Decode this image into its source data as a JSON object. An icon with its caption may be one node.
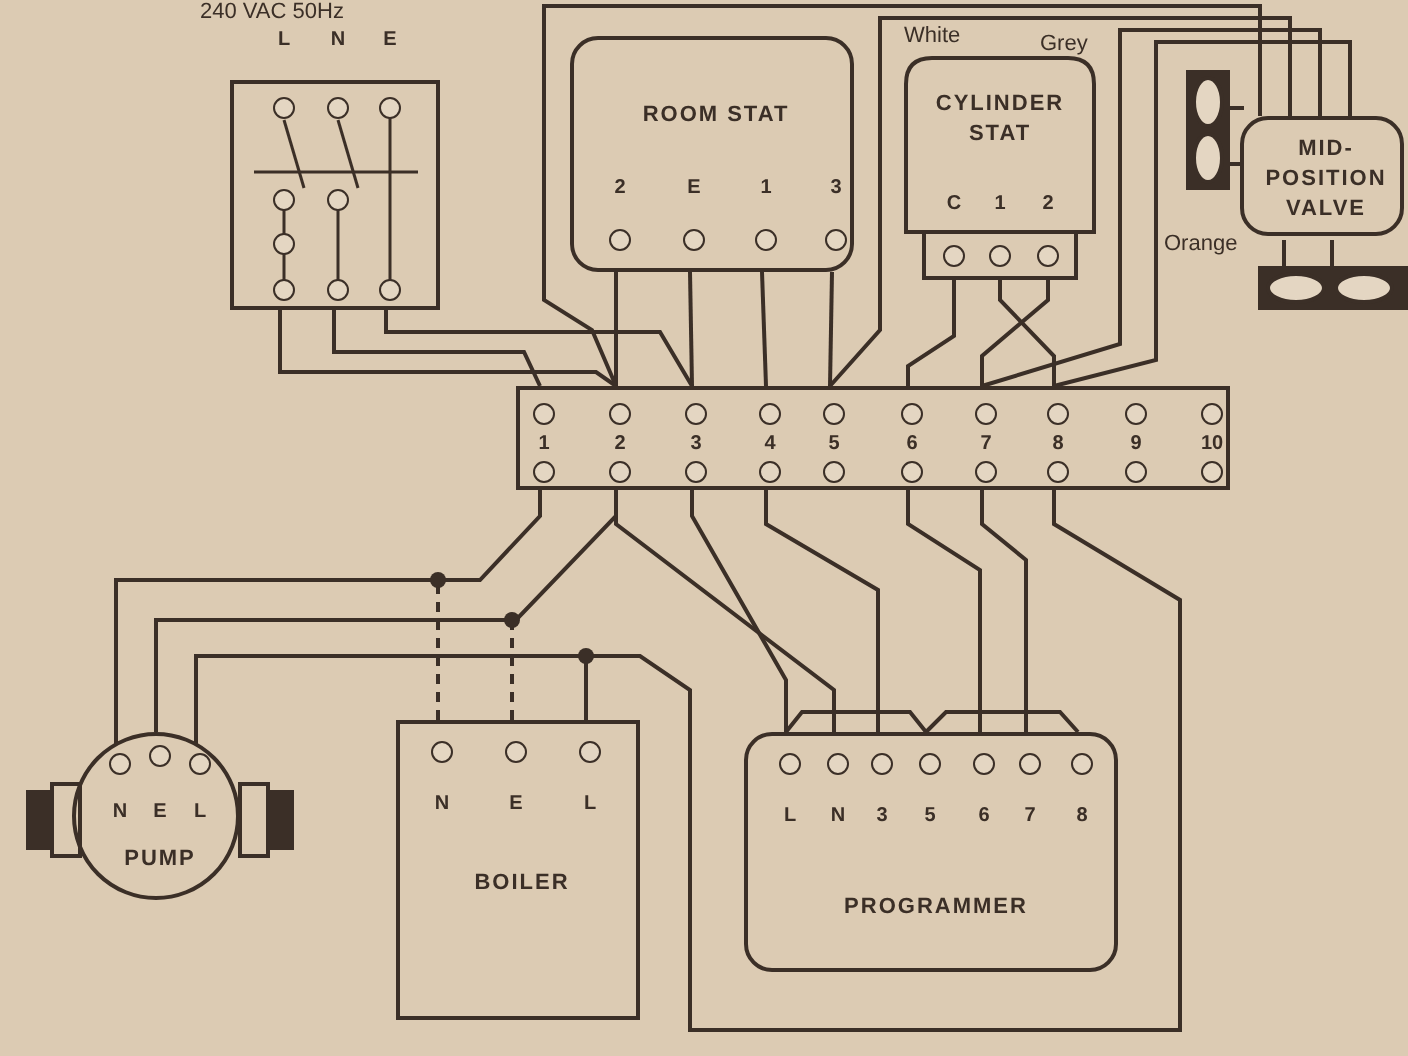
{
  "diagram": {
    "nodes": [
      {
        "text": [
          "L",
          "N",
          "E"
        ]
      },
      {
        "text": [
          "ROOM STAT",
          "2",
          "E",
          "1",
          "3"
        ]
      },
      {
        "text": [
          "CYLINDER STAT",
          "C",
          "1",
          "2"
        ]
      },
      {
        "text": [
          "MID-POSITION VALVE"
        ]
      },
      {
        "text": [
          "1",
          "2",
          "3",
          "4",
          "5",
          "6",
          "7",
          "8",
          "9",
          "10"
        ]
      },
      {
        "text": [
          "N",
          "E",
          "L",
          "PUMP"
        ]
      },
      {
        "text": [
          "N",
          "E",
          "L",
          "BOILER"
        ]
      },
      {
        "text": [
          "L",
          "N",
          "3",
          "5",
          "6",
          "7",
          "8",
          "PROGRAMMER"
        ]
      }
    ],
    "edges": [
      {
        "from": 0,
        "to": 4,
        "arrow": "none"
      },
      {
        "from": 0,
        "to": 4,
        "arrow": "none"
      },
      {
        "from": 0,
        "to": 4,
        "arrow": "none"
      },
      {
        "from": 1,
        "to": 4,
        "arrow": "none"
      },
      {
        "from": 1,
        "to": 4,
        "arrow": "none"
      },
      {
        "from": 1,
        "to": 4,
        "arrow": "none"
      },
      {
        "from": 1,
        "to": 4,
        "arrow": "none"
      },
      {
        "from": 2,
        "to": 4,
        "arrow": "none"
      },
      {
        "from": 2,
        "to": 4,
        "arrow": "none"
      },
      {
        "from": 2,
        "to": 4,
        "arrow": "none"
      },
      {
        "from": 3,
        "to": 4,
        "arrow": "none"
      },
      {
        "from": 3,
        "to": 4,
        "arrow": "none"
      },
      {
        "from": 3,
        "to": 4,
        "arrow": "none"
      },
      {
        "from": 3,
        "to": 4,
        "arrow": "none"
      },
      {
        "from": 4,
        "to": 5,
        "arrow": "none"
      },
      {
        "from": 4,
        "to": 5,
        "arrow": "none"
      },
      {
        "from": 4,
        "to": 5,
        "arrow": "none"
      },
      {
        "from": 4,
        "to": 7,
        "arrow": "none"
      },
      {
        "from": 4,
        "to": 7,
        "arrow": "none"
      },
      {
        "from": 4,
        "to": 7,
        "arrow": "none"
      },
      {
        "from": 4,
        "to": 7,
        "arrow": "none"
      },
      {
        "from": 4,
        "to": 7,
        "arrow": "none"
      },
      {
        "from": 6,
        "to": 5,
        "arrow": "none",
        "style": "dashed"
      },
      {
        "from": 6,
        "to": 5,
        "arrow": "none",
        "style": "dashed"
      },
      {
        "from": 6,
        "to": 5,
        "arrow": "none"
      }
    ],
    "labels": [
      "240 VAC 50Hz",
      "White",
      "Grey",
      "Orange"
    ]
  }
}
